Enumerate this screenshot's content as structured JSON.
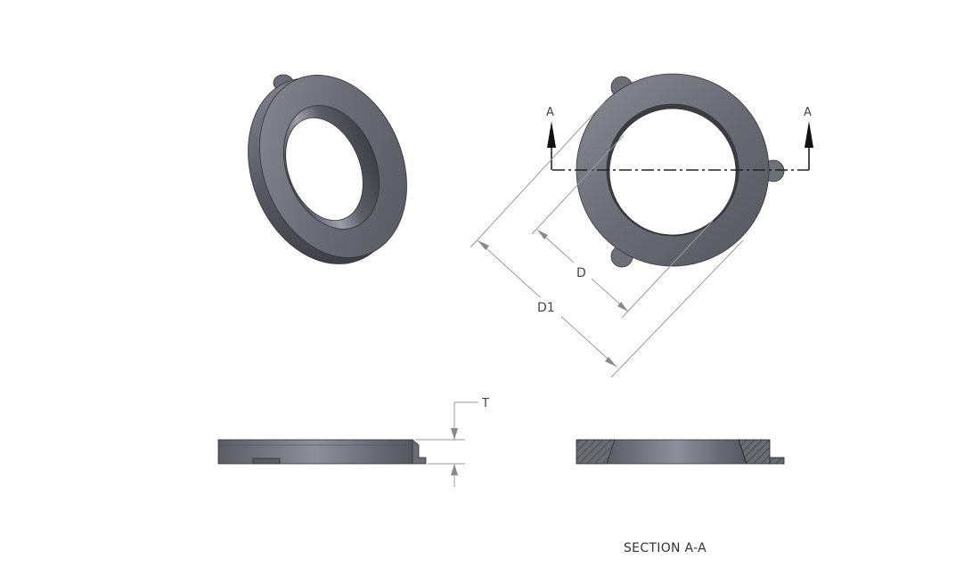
{
  "labels": {
    "section_arrow_left": "A",
    "section_arrow_right": "A",
    "dim_inner": "D",
    "dim_outer": "D1",
    "dim_thickness": "T",
    "section_caption": "SECTION A-A"
  },
  "colors": {
    "background": "#ffffff",
    "part_face": "#6e6f78",
    "part_dark": "#3f4048",
    "part_light": "#9fa0aa",
    "dim_line": "#9a9a9a",
    "section_line": "#222222"
  }
}
